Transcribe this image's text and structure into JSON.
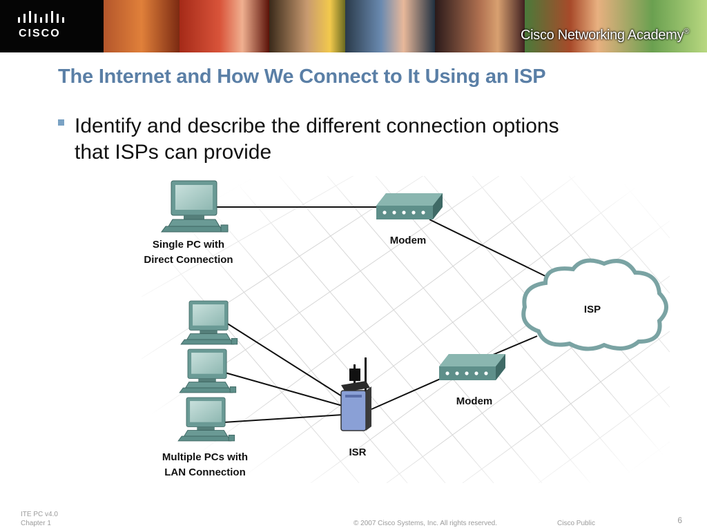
{
  "header": {
    "logo_text": "CISCO",
    "academy_text": "Cisco Networking Academy",
    "trademark": "®"
  },
  "slide": {
    "title": "The Internet and How We Connect to It Using an ISP",
    "bullet_line1": "Identify and describe the different connection options",
    "bullet_line2": "that ISPs can provide"
  },
  "diagram": {
    "single_pc_label_line1": "Single PC with",
    "single_pc_label_line2": "Direct Connection",
    "modem_top_label": "Modem",
    "isp_label": "ISP",
    "modem_bottom_label": "Modem",
    "isr_label": "ISR",
    "multi_pc_label_line1": "Multiple PCs with",
    "multi_pc_label_line2": "LAN Connection"
  },
  "footer": {
    "course": "ITE PC v4.0",
    "chapter": "Chapter 1",
    "copyright": "© 2007 Cisco Systems, Inc. All rights reserved.",
    "classification": "Cisco Public",
    "page_number": "6"
  },
  "colors": {
    "title": "#5a7fa6",
    "bullet": "#7aa2c4",
    "device_teal": "#5e8f8a",
    "cloud_stroke": "#7aa3a3",
    "isr_blue": "#8aa0d6"
  }
}
